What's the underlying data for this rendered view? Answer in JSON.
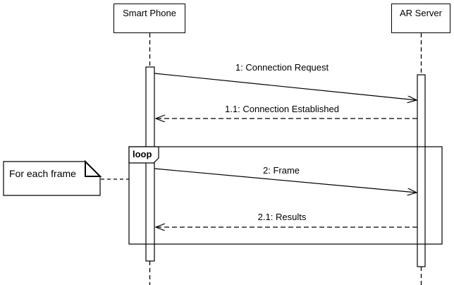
{
  "diagram": {
    "type": "uml-sequence-diagram",
    "colors": {
      "line": "#000000",
      "background": "#ffffff"
    },
    "actors": [
      {
        "name": "Smart Phone"
      },
      {
        "name": "AR Server"
      }
    ],
    "fragment": {
      "operator": "loop"
    },
    "note": {
      "text": "For each frame",
      "attached_to": "loop fragment"
    },
    "messages": [
      {
        "label": "1: Connection Request",
        "from": "Smart Phone",
        "to": "AR Server",
        "line": "solid",
        "in_fragment": false
      },
      {
        "label": "1.1: Connection Established",
        "from": "AR Server",
        "to": "Smart Phone",
        "line": "dashed",
        "in_fragment": false
      },
      {
        "label": "2: Frame",
        "from": "Smart Phone",
        "to": "AR Server",
        "line": "solid",
        "in_fragment": true
      },
      {
        "label": "2.1: Results",
        "from": "AR Server",
        "to": "Smart Phone",
        "line": "dashed",
        "in_fragment": true
      }
    ]
  }
}
